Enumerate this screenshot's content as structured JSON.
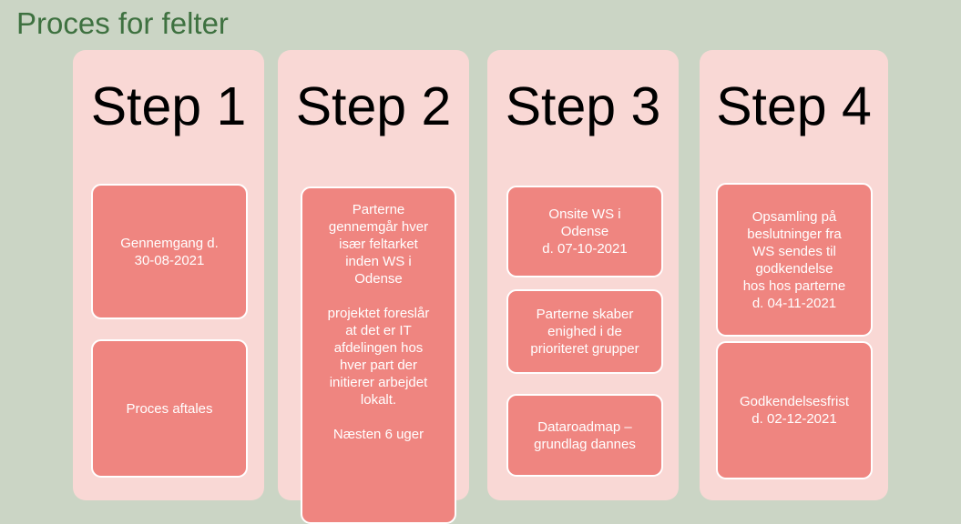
{
  "slide": {
    "title": "Proces for felter",
    "background_color": "#cbd5c5",
    "title_color": "#3e7140",
    "panel_color": "#f9d8d5",
    "card_color": "#ef8580",
    "card_border_color": "#ffffff",
    "card_text_color": "#ffffff",
    "heading_color": "#000000"
  },
  "columns": [
    {
      "heading": "Step 1",
      "cards": [
        {
          "text": "Gennemgang d.\n30-08-2021"
        },
        {
          "text": "Proces aftales"
        }
      ]
    },
    {
      "heading": "Step 2",
      "cards": [
        {
          "text": "Parterne\ngennemgår hver\nisær feltarket\ninden WS i\nOdense\n\nprojektet foreslår\nat det er IT\nafdelingen hos\nhver part der\ninitierer arbejdet\nlokalt.\n\nNæsten 6 uger"
        }
      ]
    },
    {
      "heading": "Step 3",
      "cards": [
        {
          "text": "Onsite WS i\nOdense\nd. 07-10-2021"
        },
        {
          "text": "Parterne skaber\nenighed i de\nprioriteret grupper"
        },
        {
          "text": "Dataroadmap –\ngrundlag dannes"
        }
      ]
    },
    {
      "heading": "Step 4",
      "cards": [
        {
          "text": "Opsamling på\nbeslutninger fra\nWS sendes til\ngodkendelse\nhos hos parterne\nd. 04-11-2021"
        },
        {
          "text": "Godkendelsesfrist\nd. 02-12-2021"
        }
      ]
    }
  ]
}
